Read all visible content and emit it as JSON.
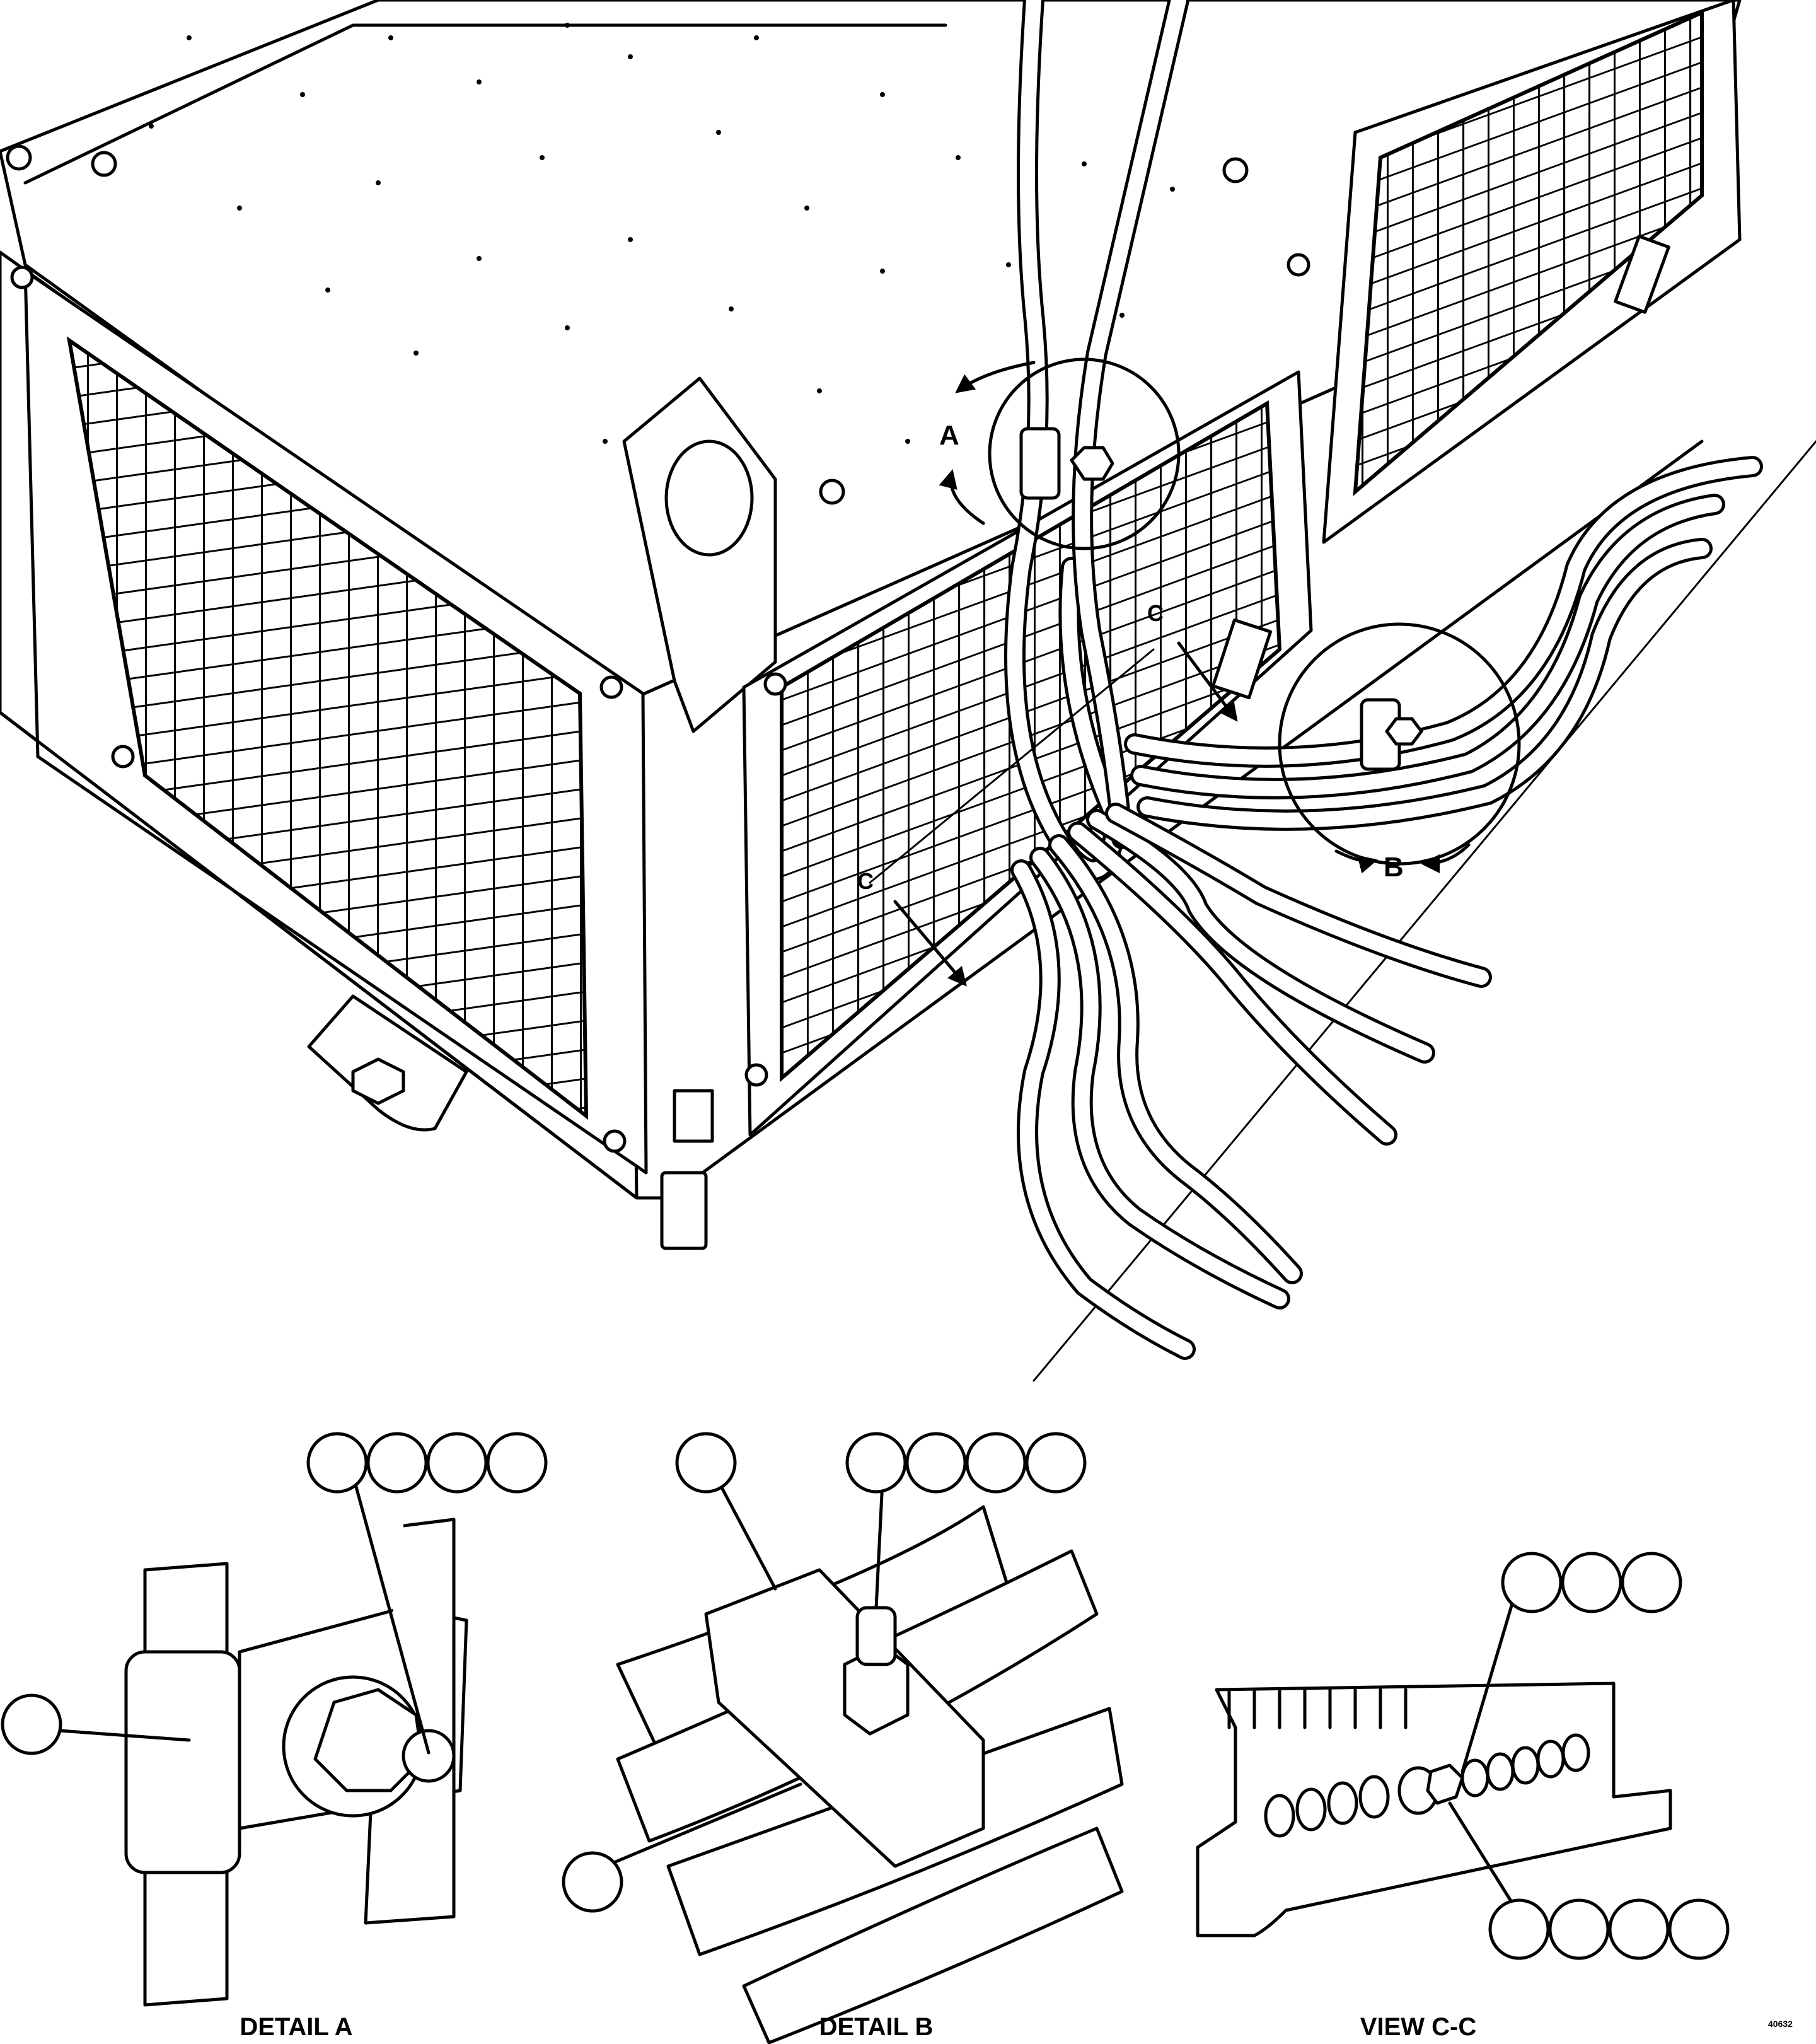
{
  "callouts": {
    "detail_a": "A",
    "detail_b": "B",
    "view_c_left": "C",
    "view_c_right": "C"
  },
  "captions": {
    "detail_a": "DETAIL A",
    "detail_b": "DETAIL B",
    "view_cc": "VIEW C-C"
  },
  "figure_number": "40632",
  "item_bubbles": {
    "detail_a_top_count": 4,
    "detail_a_left_count": 1,
    "detail_b_top_left_count": 1,
    "detail_b_top_right_count": 4,
    "detail_b_left_count": 1,
    "view_cc_top_count": 3,
    "view_cc_bottom_count": 4
  }
}
